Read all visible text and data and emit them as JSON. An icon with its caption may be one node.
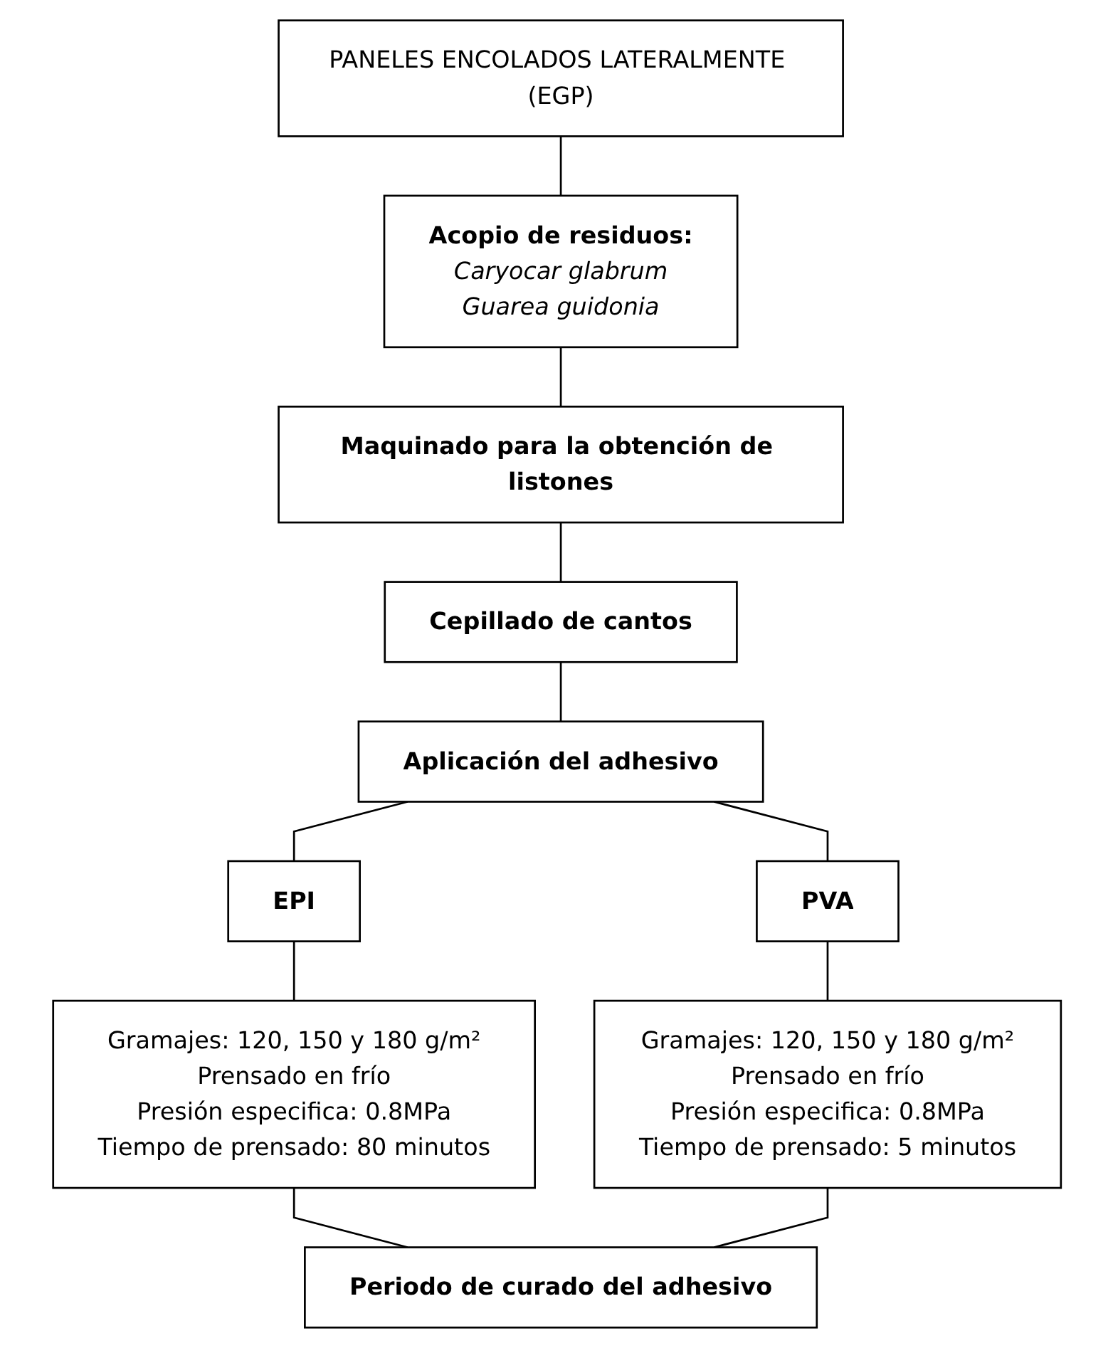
{
  "diagram": {
    "nodes": [
      {
        "text": [
          "PANELES ENCOLADOS LATERALMENTE (EGP)"
        ]
      },
      {
        "text": [
          "Acopio de residuos:",
          "Caryocar glabrum",
          "Guarea guidonia"
        ]
      },
      {
        "text": [
          "Maquinado para la obtención de listones"
        ]
      },
      {
        "text": [
          "Cepillado de cantos"
        ]
      },
      {
        "text": [
          "Aplicación del adhesivo"
        ]
      },
      {
        "text": [
          "EPI"
        ]
      },
      {
        "text": [
          "PVA"
        ]
      },
      {
        "text": [
          "Gramajes: 120, 150 y 180 g/m²",
          "Prensado en frío",
          "Presión especifica: 0.8MPa",
          "Tiempo de prensado: 80 minutos"
        ]
      },
      {
        "text": [
          "Gramajes: 120, 150 y 180 g/m²",
          "Prensado en frío",
          "Presión especifica: 0.8MPa",
          "Tiempo de prensado: 5 minutos"
        ]
      },
      {
        "text": [
          "Periodo de curado del adhesivo"
        ]
      }
    ],
    "edges": [
      {
        "from": 0,
        "to": 1,
        "arrow": "none"
      },
      {
        "from": 1,
        "to": 2,
        "arrow": "none"
      },
      {
        "from": 2,
        "to": 3,
        "arrow": "none"
      },
      {
        "from": 3,
        "to": 4,
        "arrow": "none"
      },
      {
        "from": 4,
        "to": 5,
        "arrow": "none"
      },
      {
        "from": 4,
        "to": 6,
        "arrow": "none"
      },
      {
        "from": 5,
        "to": 7,
        "arrow": "none"
      },
      {
        "from": 6,
        "to": 8,
        "arrow": "none"
      },
      {
        "from": 7,
        "to": 9,
        "arrow": "none"
      },
      {
        "from": 8,
        "to": 9,
        "arrow": "none"
      }
    ]
  }
}
